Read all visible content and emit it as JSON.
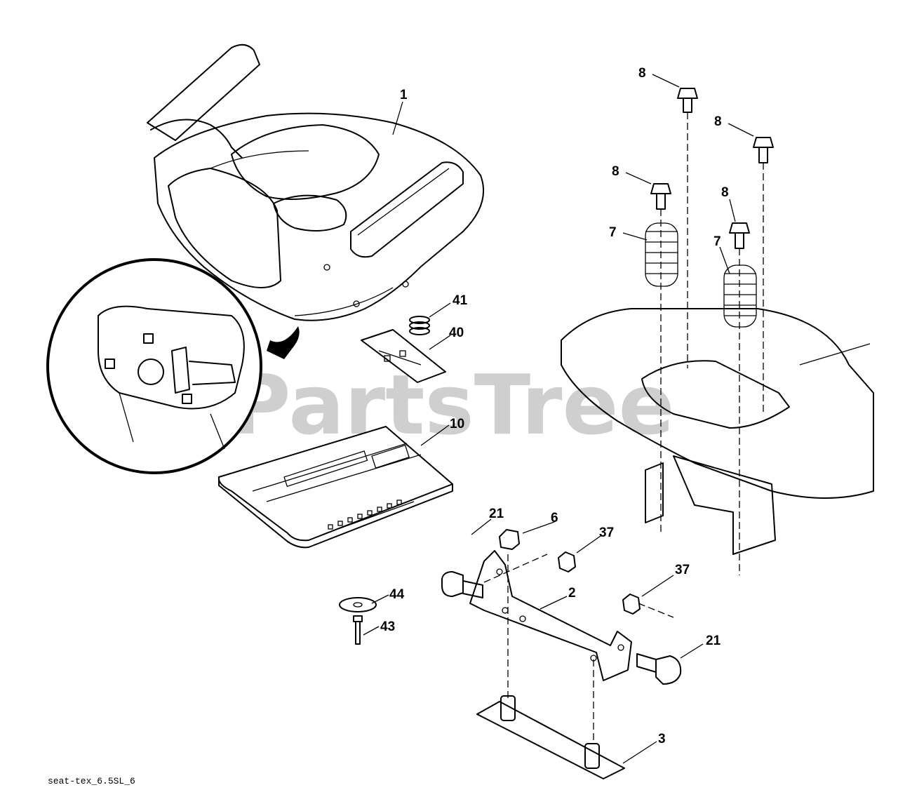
{
  "watermark": "PartsTree",
  "caption": "seat-tex_6.5SL_6",
  "callouts": [
    {
      "id": "seat",
      "text": "1"
    },
    {
      "id": "bolt-a",
      "text": "8"
    },
    {
      "id": "bolt-b",
      "text": "8"
    },
    {
      "id": "bolt-c",
      "text": "8"
    },
    {
      "id": "bolt-d",
      "text": "8"
    },
    {
      "id": "spring-a",
      "text": "7"
    },
    {
      "id": "spring-b",
      "text": "7"
    },
    {
      "id": "spring-clip",
      "text": "41"
    },
    {
      "id": "latch-plate",
      "text": "40"
    },
    {
      "id": "seat-pan",
      "text": "10"
    },
    {
      "id": "shoulder-bolt-left",
      "text": "21"
    },
    {
      "id": "nut",
      "text": "6"
    },
    {
      "id": "locknut-upper",
      "text": "37"
    },
    {
      "id": "locknut-lower",
      "text": "37"
    },
    {
      "id": "bracket",
      "text": "2"
    },
    {
      "id": "shoulder-bolt-right",
      "text": "21"
    },
    {
      "id": "washer",
      "text": "44"
    },
    {
      "id": "screw",
      "text": "43"
    },
    {
      "id": "base-plate",
      "text": "3"
    }
  ]
}
